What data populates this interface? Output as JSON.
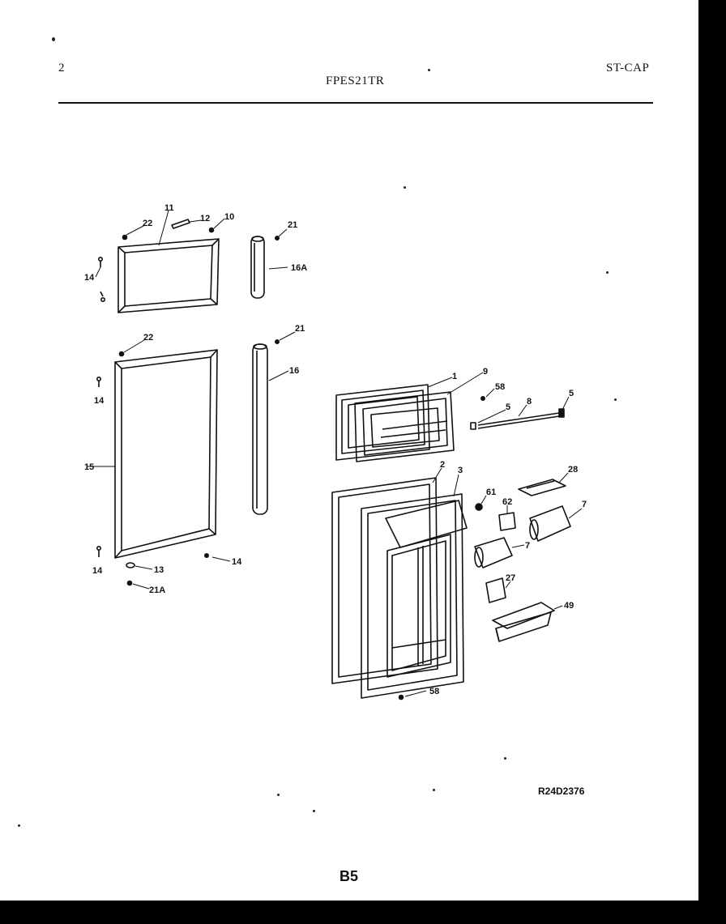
{
  "header": {
    "page_number": "2",
    "model": "FPES21TR",
    "section": "ST-CAP"
  },
  "footer": {
    "reference": "R24D2376",
    "page_code": "B5"
  },
  "callouts": [
    "22",
    "11",
    "12",
    "10",
    "21",
    "14",
    "16A",
    "22",
    "21",
    "16",
    "14",
    "15",
    "14",
    "13",
    "21A",
    "14",
    "1",
    "9",
    "58",
    "5",
    "8",
    "5",
    "2",
    "3",
    "28",
    "61",
    "62",
    "7",
    "7",
    "27",
    "49",
    "58"
  ],
  "colors": {
    "ink": "#111111",
    "paper": "#ffffff",
    "border": "#000000"
  }
}
